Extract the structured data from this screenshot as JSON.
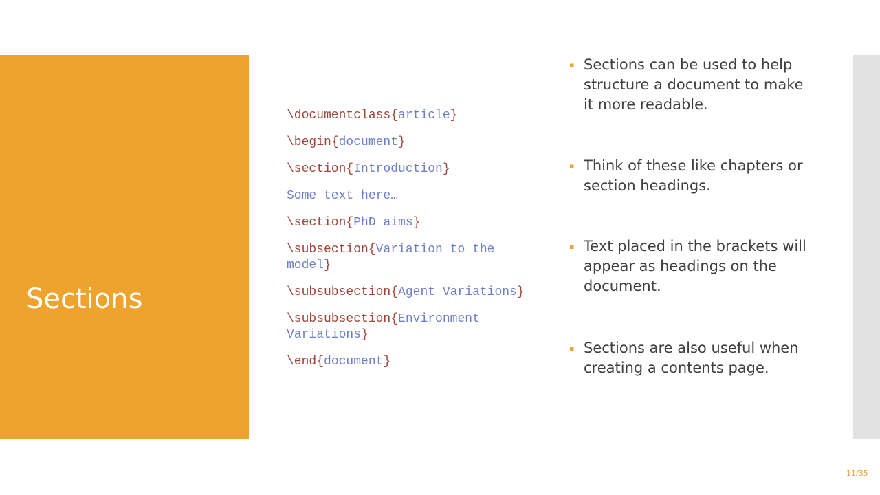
{
  "slide": {
    "title": "Sections",
    "page_number": "11/35",
    "accent_color": "#EEA32F",
    "strip_color": "#E2E2E2"
  },
  "code": {
    "lines": [
      {
        "cmd": "\\documentclass",
        "open": "{",
        "arg": "article",
        "close": "}"
      },
      {
        "cmd": "\\begin",
        "open": "{",
        "arg": "document",
        "close": "}"
      },
      {
        "cmd": "\\section",
        "open": "{",
        "arg": "Introduction",
        "close": "}"
      },
      {
        "cmd": "",
        "open": "",
        "arg": "Some text here…",
        "close": ""
      },
      {
        "cmd": "\\section",
        "open": "{",
        "arg": "PhD aims",
        "close": "}"
      },
      {
        "cmd": "\\subsection",
        "open": "{",
        "arg": "Variation to the model",
        "close": "}"
      },
      {
        "cmd": "\\subsubsection",
        "open": "{",
        "arg": "Agent Variations",
        "close": "}"
      },
      {
        "cmd": "\\subsubsection",
        "open": "{",
        "arg": "Environment Variations",
        "close": "}"
      },
      {
        "cmd": "\\end",
        "open": "{",
        "arg": "document",
        "close": "}"
      }
    ]
  },
  "bullets": [
    {
      "text": "Sections can be used to help structure a document to make it more readable."
    },
    {
      "text": "Think of these like chapters or section headings."
    },
    {
      "text": "Text placed in the brackets will appear as headings on the document."
    },
    {
      "text": "Sections are also useful when creating a contents page."
    }
  ],
  "icons": {
    "bullet_marker": "square-bullet-icon"
  }
}
